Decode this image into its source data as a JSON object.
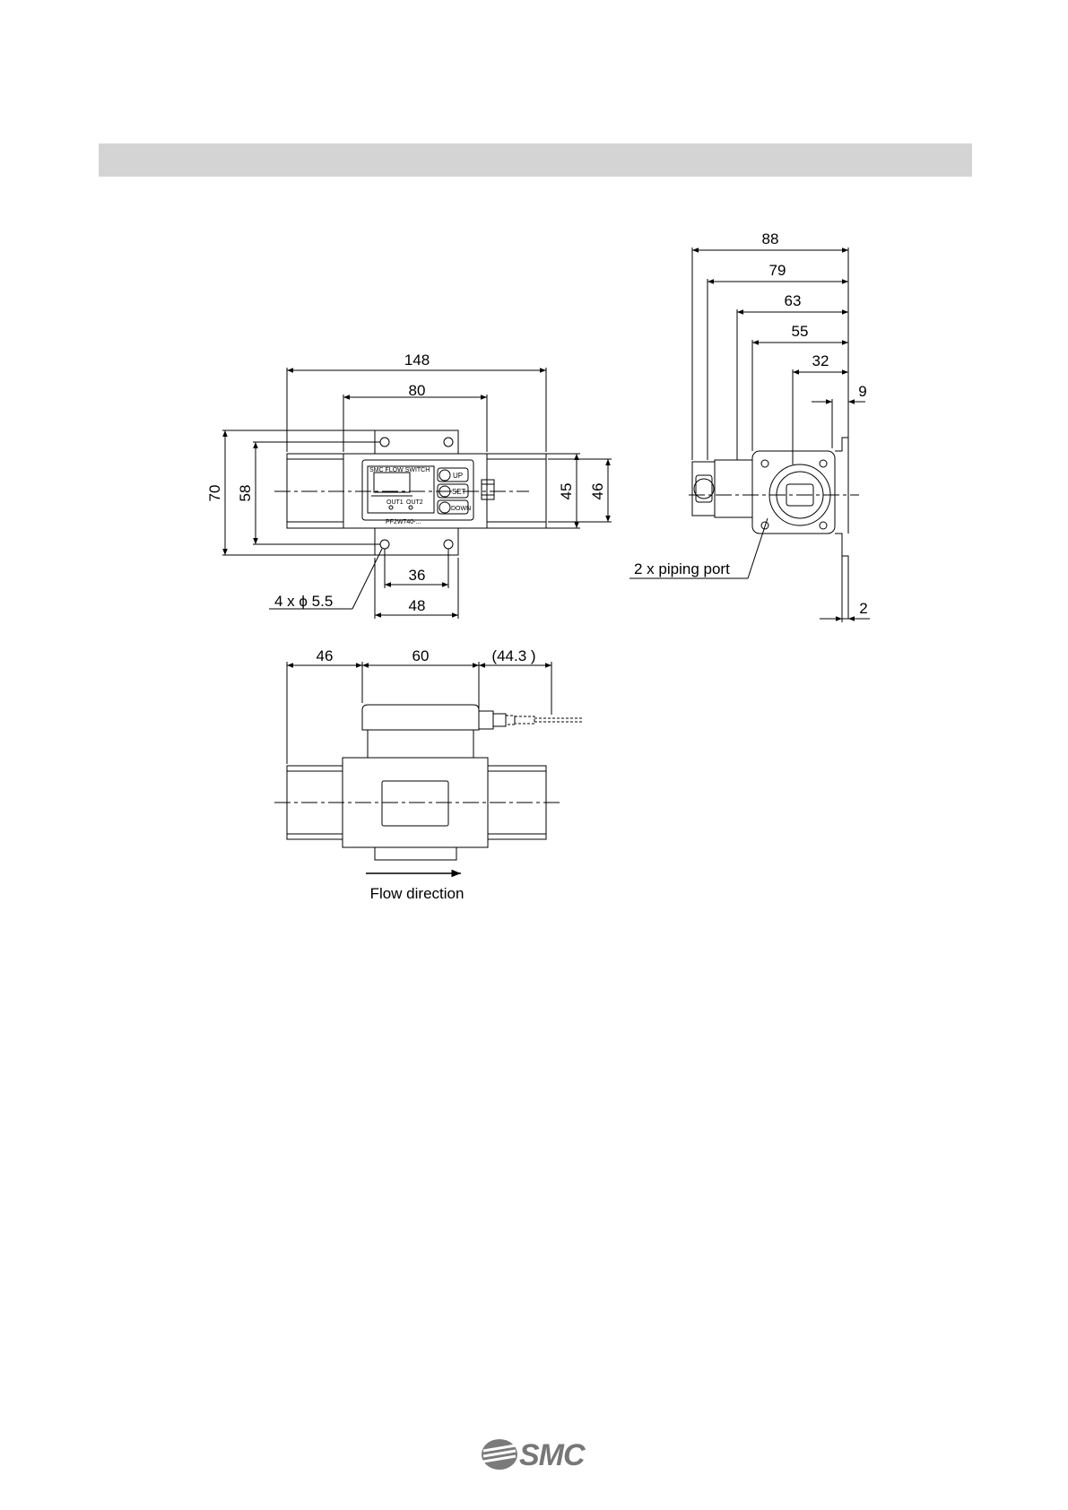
{
  "front_view": {
    "dim_overall_width": "148",
    "dim_body_width": "80",
    "dim_height_70": "70",
    "dim_height_58": "58",
    "dim_height_45": "45",
    "dim_height_46": "46",
    "dim_hole_pitch": "36",
    "dim_bracket_width": "48",
    "hole_callout": "4 x ϕ 5.5",
    "panel": {
      "brand": "SMC FLOW SWITCH",
      "btn_up": "UP",
      "btn_set": "SET",
      "btn_down": "DOWN",
      "out1": "OUT1",
      "out2": "OUT2",
      "model": "PF2W740-..."
    }
  },
  "side_view": {
    "dim_88": "88",
    "dim_79": "79",
    "dim_63": "63",
    "dim_55": "55",
    "dim_32": "32",
    "dim_9": "9",
    "dim_2": "2",
    "port_callout": "2 x piping port"
  },
  "bottom_view": {
    "dim_46": "46",
    "dim_60": "60",
    "dim_44_3": "(44.3 )",
    "flow_label": "Flow direction"
  },
  "footer": {
    "logo": "SMC"
  }
}
